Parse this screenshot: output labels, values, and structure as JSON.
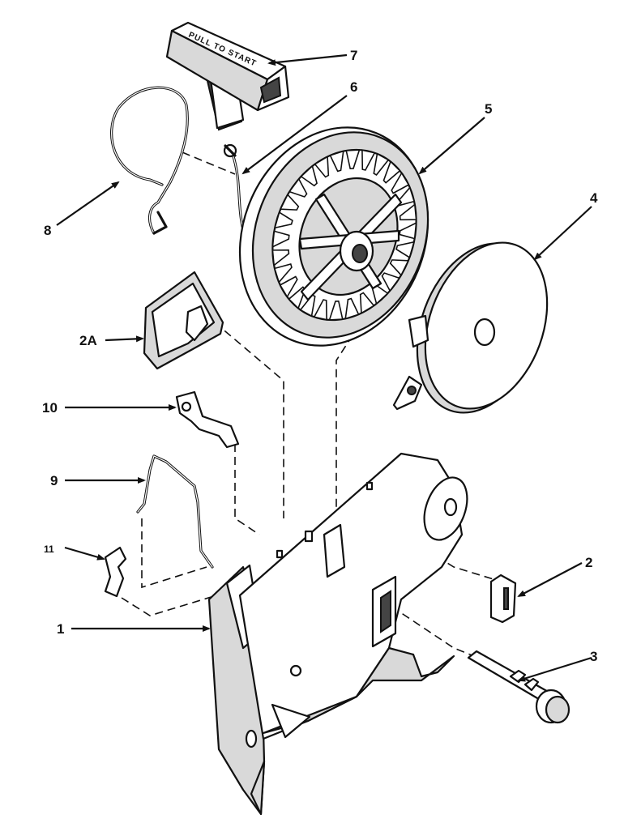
{
  "handle_text": "PULL TO START",
  "callouts": [
    {
      "id": "7",
      "label": "7"
    },
    {
      "id": "6",
      "label": "6"
    },
    {
      "id": "5",
      "label": "5"
    },
    {
      "id": "4",
      "label": "4"
    },
    {
      "id": "8",
      "label": "8"
    },
    {
      "id": "2A",
      "label": "2A"
    },
    {
      "id": "10",
      "label": "10"
    },
    {
      "id": "9",
      "label": "9"
    },
    {
      "id": "11",
      "label": "11"
    },
    {
      "id": "1",
      "label": "1"
    },
    {
      "id": "2",
      "label": "2"
    },
    {
      "id": "3",
      "label": "3"
    }
  ]
}
